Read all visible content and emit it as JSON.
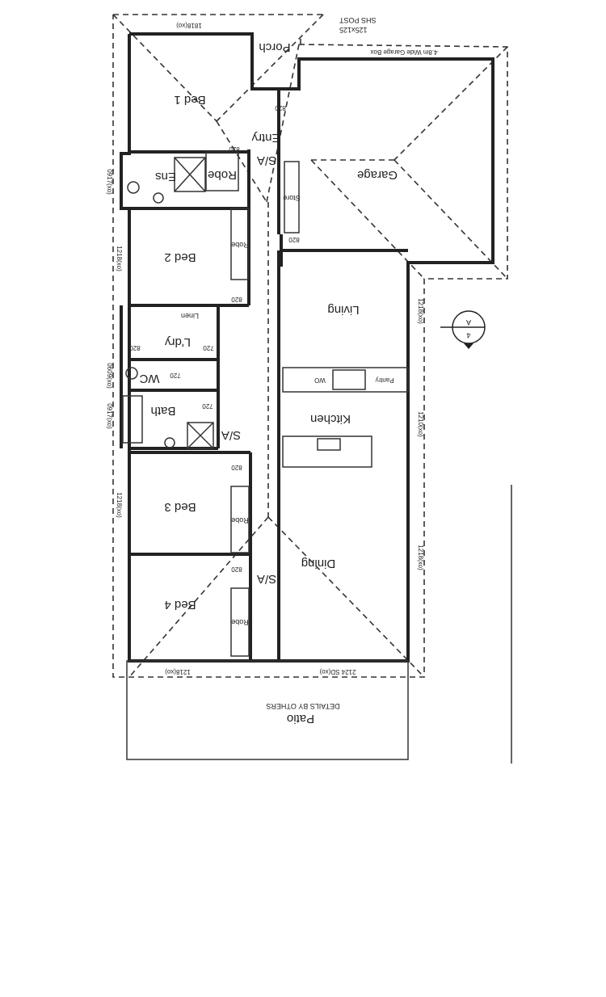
{
  "plan": {
    "orientation": "rotated 180°",
    "rooms": {
      "bed1": "Bed 1",
      "ens": "Ens",
      "robe1": "Robe",
      "porch": "Porch",
      "entry": "Entry",
      "garage": "Garage",
      "store": "Store",
      "bed2": "Bed 2",
      "robe2": "Robe",
      "linen": "Linen",
      "laundry": "L'dry",
      "wc": "WC",
      "bath": "Bath",
      "living": "Living",
      "kitchen": "Kitchen",
      "pantry": "Pantry",
      "wo": "WO",
      "bed3": "Bed 3",
      "robe3": "Robe",
      "bed4": "Bed 4",
      "robe4": "Robe",
      "dining": "Dining",
      "patio": "Patio",
      "patio_note": "DETAILS BY OTHERS"
    },
    "notes": {
      "post_line1": "SHS POST",
      "post_line2": "125x125",
      "garage_box": "4.8m Wide Garage Box",
      "sa": "S/A",
      "section_marker": "A",
      "section_number": "4"
    },
    "doors": {
      "d_entry": "820",
      "d_entry2": "820",
      "d_store": "820",
      "d_bed2": "820",
      "d_ldry": "720",
      "d_ldry_out": "820",
      "d_wc": "720",
      "d_bath": "720",
      "d_bed3": "820",
      "d_bed4": "820"
    },
    "windows": {
      "w_bed1_top": "1818(xo)",
      "w_ens": "0917(xo)",
      "w_bed2": "1218(xo)",
      "w_wc": "0609(xo)",
      "w_bath": "0917(xo)",
      "w_bed3": "1218(xo)",
      "w_bed4": "1218(xo)",
      "w_dining_bottom": "2124 SD(xo)",
      "w_living": "1218(xo)",
      "w_kitchen": "1210(xo)",
      "w_dining": "1218(xo)"
    }
  }
}
